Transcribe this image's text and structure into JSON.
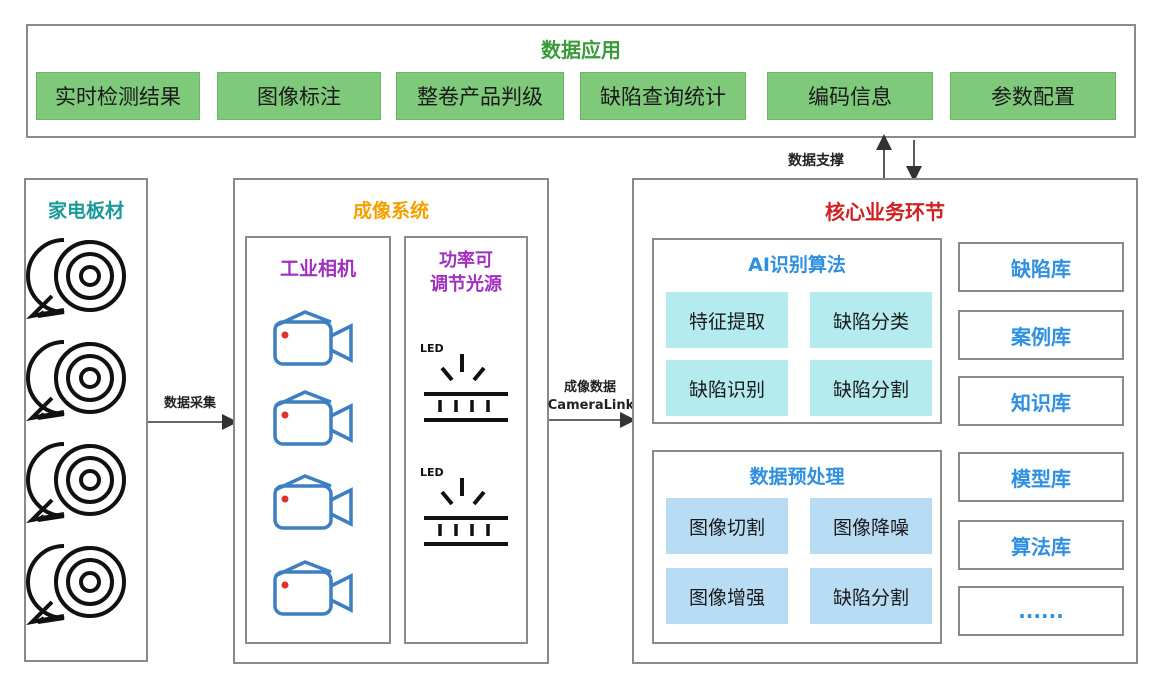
{
  "top_panel": {
    "title": "数据应用",
    "items": [
      "实时检测结果",
      "图像标注",
      "整卷产品判级",
      "缺陷查询统计",
      "编码信息",
      "参数配置"
    ]
  },
  "support_label": "数据支撑",
  "material_panel": {
    "title": "家电板材"
  },
  "acquire_label": "数据采集",
  "imaging_panel": {
    "title": "成像系统",
    "camera_title": "工业相机",
    "light_title_line1": "功率可",
    "light_title_line2": "调节光源",
    "led_label": "LED"
  },
  "transfer_label_line1": "成像数据",
  "transfer_label_line2": "CameraLink",
  "core_panel": {
    "title": "核心业务环节",
    "ai_title": "AI识别算法",
    "ai_items": [
      "特征提取",
      "缺陷分类",
      "缺陷识别",
      "缺陷分割"
    ],
    "pre_title": "数据预处理",
    "pre_items": [
      "图像切割",
      "图像降噪",
      "图像增强",
      "缺陷分割"
    ],
    "libraries": [
      "缺陷库",
      "案例库",
      "知识库",
      "模型库",
      "算法库",
      "......"
    ]
  },
  "colors": {
    "green_title": "#3a9a3a",
    "teal_title": "#1a9a9a",
    "orange_title": "#f5a000",
    "purple_title": "#a030c0",
    "red_title": "#d02020",
    "blue_title": "#2f8fe0",
    "camera_blue": "#3d7fc0"
  }
}
